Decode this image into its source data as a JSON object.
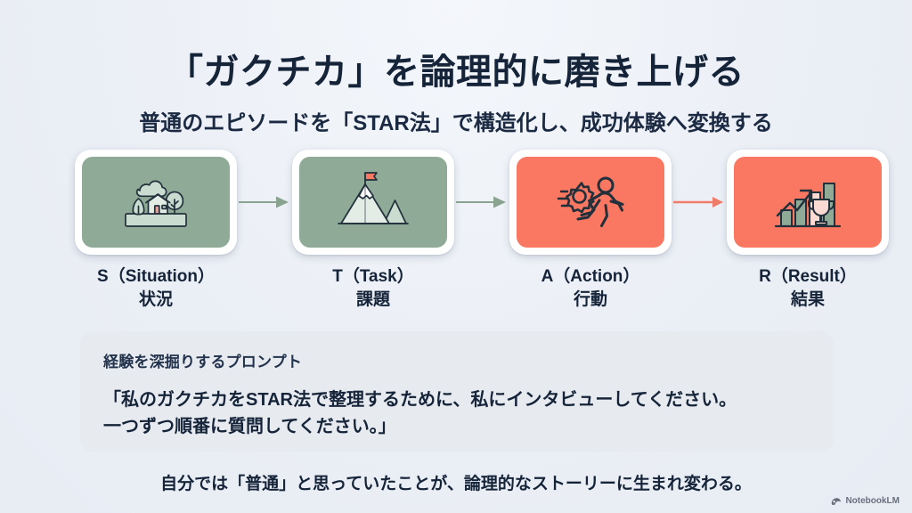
{
  "slide": {
    "title": "「ガクチカ」を論理的に磨き上げる",
    "subtitle": "普通のエピソードを「STAR法」で構造化し、成功体験へ変換する",
    "footer_note": "自分では「普通」と思っていたことが、論理的なストーリーに生まれ変わる。"
  },
  "colors": {
    "background": "#eff2f7",
    "card_green": "#8faa96",
    "card_coral": "#fa7762",
    "arrow_green": "#8aa391",
    "arrow_coral": "#ef7c6a",
    "text_dark": "#16243a",
    "prompt_box": "#e7eaef"
  },
  "steps": [
    {
      "letter": "S",
      "english": "S（Situation）",
      "japanese": "状況",
      "icon": "landscape-house-icon",
      "color": "green"
    },
    {
      "letter": "T",
      "english": "T（Task）",
      "japanese": "課題",
      "icon": "mountain-flag-icon",
      "color": "green"
    },
    {
      "letter": "A",
      "english": "A（Action）",
      "japanese": "行動",
      "icon": "running-person-gear-icon",
      "color": "coral"
    },
    {
      "letter": "R",
      "english": "R（Result）",
      "japanese": "結果",
      "icon": "bar-chart-trophy-icon",
      "color": "coral"
    }
  ],
  "arrows": [
    {
      "name": "arrow-s-to-t",
      "color": "green"
    },
    {
      "name": "arrow-t-to-a",
      "color": "green"
    },
    {
      "name": "arrow-a-to-r",
      "color": "coral"
    }
  ],
  "prompt": {
    "heading": "経験を深掘りするプロンプト",
    "quote_line1": "「私のガクチカをSTAR法で整理するために、私にインタビューしてください。",
    "quote_line2": "一つずつ順番に質問してください。」"
  },
  "watermark": {
    "label": "NotebookLM",
    "icon": "notebooklm-logo-icon"
  }
}
